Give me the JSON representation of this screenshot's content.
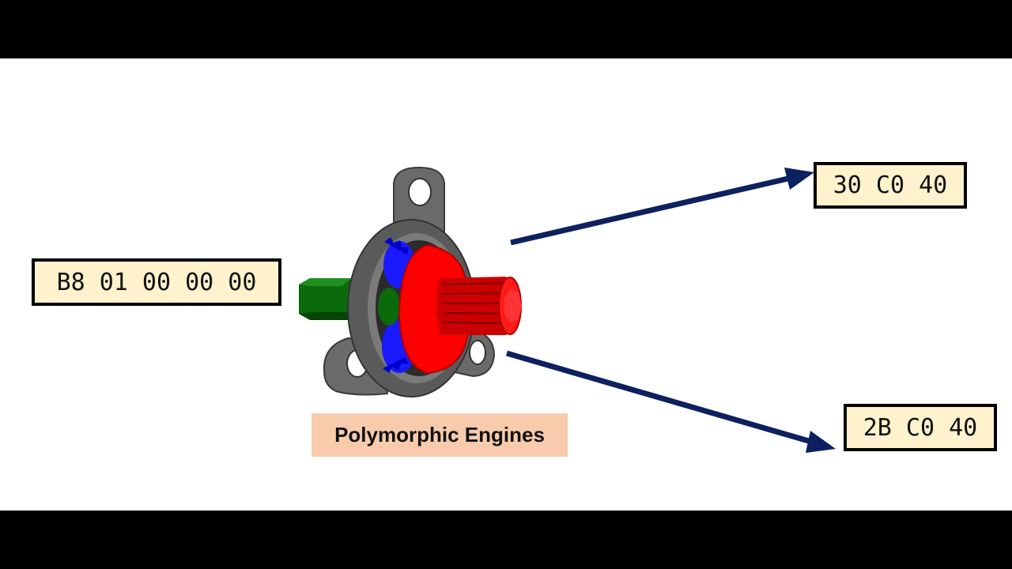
{
  "input_bytes": "B8 01 00 00 00",
  "output_bytes": [
    "30 C0 40",
    "2B C0 40"
  ],
  "caption": "Polymorphic Engines",
  "colors": {
    "box_fill": "#fff2cc",
    "caption_fill": "#f8cbad",
    "arrow": "#0d2060",
    "gear_red": "#ff0000",
    "gear_blue": "#1a1aff",
    "shaft_green": "#0b6b0b",
    "housing_gray": "#555555"
  },
  "icons": [
    "planetary-gear-icon",
    "arrow-right-icon"
  ]
}
